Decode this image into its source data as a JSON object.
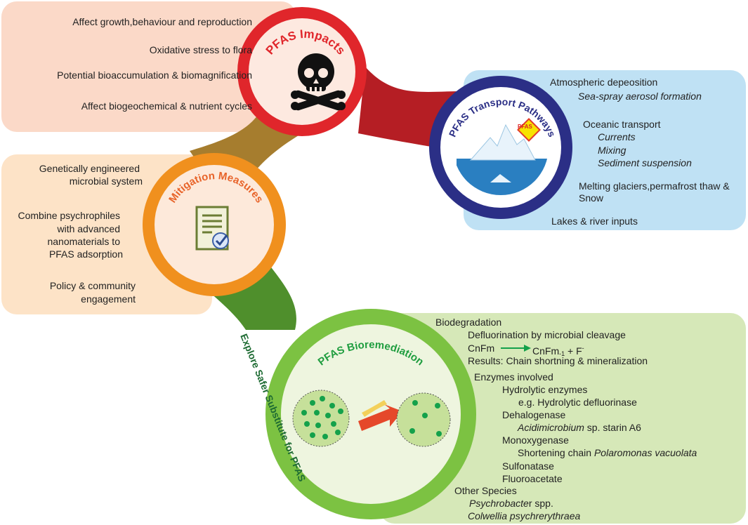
{
  "impacts": {
    "title": "PFAS Impacts",
    "items": [
      "Affect growth,behaviour and reproduction",
      "Oxidative stress to flora",
      "Potential bioaccumulation & biomagnification",
      "Affect biogeochemical & nutrient cycles"
    ],
    "color": "#e0262b",
    "panel_color": "#fbd9c8",
    "icon": "skull-crossbones-icon"
  },
  "transport": {
    "title": "PFAS Transport Pathways",
    "badge": "PFAS",
    "color": "#2b2f86",
    "panel_color": "#bfe1f4",
    "icon": "iceberg-icon",
    "lines": [
      {
        "text": "Atmospheric depeosition",
        "italic": false
      },
      {
        "text": "Sea-spray aerosol formation",
        "italic": true
      },
      {
        "text": "Oceanic transport",
        "italic": false
      },
      {
        "text": "Currents",
        "italic": true
      },
      {
        "text": "Mixing",
        "italic": true
      },
      {
        "text": "Sediment suspension",
        "italic": true
      },
      {
        "text": "Melting glaciers,permafrost thaw &",
        "italic": false
      },
      {
        "text": "Snow",
        "italic": false
      },
      {
        "text": "Lakes & river inputs",
        "italic": false
      }
    ]
  },
  "mitigation": {
    "title": "Mitigation Measures",
    "color": "#f0901e",
    "panel_color": "#fde3c7",
    "icon": "checklist-document-icon",
    "lines": [
      "Genetically engineered",
      "microbial system",
      "Combine psychrophiles",
      "with advanced",
      "nanomaterials to",
      "PFAS adsorption",
      "Policy & community",
      "engagement"
    ]
  },
  "bioremediation": {
    "title": "PFAS Bioremediation",
    "color": "#7cc242",
    "panel_color": "#d6e8b8",
    "icon": "microbe-degradation-icon",
    "side_label": "Explore Safer Substitute for PFAS",
    "lines": [
      {
        "text": "Biodegradation",
        "italic": false
      },
      {
        "text": "Defluorination by microbial cleavage",
        "italic": false
      },
      {
        "text": "CnFm",
        "italic": false
      },
      {
        "text": "CnFm",
        "italic": false
      },
      {
        "text": "-1",
        "italic": false
      },
      {
        "text": "+ F",
        "italic": false
      },
      {
        "text": "-",
        "italic": false
      },
      {
        "text": "Results: Chain shortning & mineralization",
        "italic": false
      },
      {
        "text": "Enzymes involved",
        "italic": false
      },
      {
        "text": "Hydrolytic enzymes",
        "italic": false
      },
      {
        "text": "e.g. Hydrolytic defluorinase",
        "italic": false
      },
      {
        "text": "Dehalogenase",
        "italic": false
      },
      {
        "text": "Acidimicrobium",
        "italic": true
      },
      {
        "text": " sp. starin A6",
        "italic": false
      },
      {
        "text": "Monoxygenase",
        "italic": false
      },
      {
        "text": "Shortening chain ",
        "italic": false
      },
      {
        "text": "Polaromonas vacuolata",
        "italic": true
      },
      {
        "text": "Sulfonatase",
        "italic": false
      },
      {
        "text": "Fluoroacetate",
        "italic": false
      },
      {
        "text": "Other Species",
        "italic": false
      },
      {
        "text": "Psychrobacte",
        "italic": true
      },
      {
        "text": "r spp.",
        "italic": false
      },
      {
        "text": "Colwellia psychrerythraea",
        "italic": true
      }
    ]
  }
}
